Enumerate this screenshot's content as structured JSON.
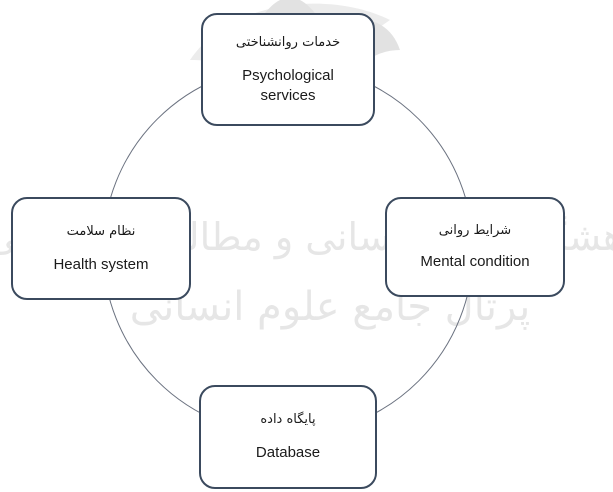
{
  "diagram": {
    "type": "cycle",
    "nodes": [
      {
        "id": "psychological-services",
        "label_fa": "خدمات روانشناختی",
        "label_en": "Psychological services"
      },
      {
        "id": "mental-condition",
        "label_fa": "شرایط روانی",
        "label_en": "Mental condition"
      },
      {
        "id": "database",
        "label_fa": "پایگاه داده",
        "label_en": "Database"
      },
      {
        "id": "health-system",
        "label_fa": "نظام سلامت",
        "label_en": "Health system"
      }
    ]
  },
  "watermark": {
    "line1": "پژوهشگاه علوم انسانی و مطالعات فرهنگی",
    "line2": "پرتال جامع علوم انسانی"
  },
  "colors": {
    "box_border": "#3b4a5e",
    "circle": "#6b7280",
    "watermark": "#e6e6e6"
  }
}
